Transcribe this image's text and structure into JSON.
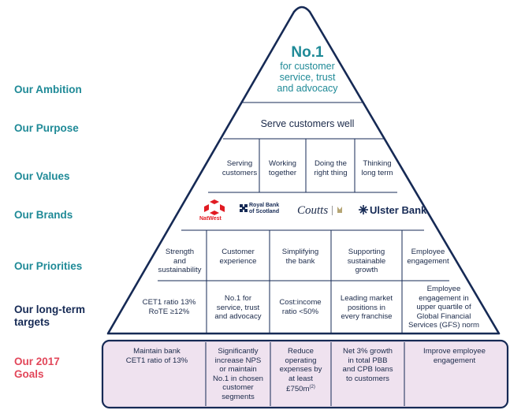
{
  "labels": {
    "ambition": "Our Ambition",
    "purpose": "Our Purpose",
    "values": "Our  Values",
    "brands": "Our Brands",
    "priorities": "Our Priorities",
    "long_term_1": "Our long-term",
    "long_term_2": "targets",
    "goals_1": "Our 2017",
    "goals_2": "Goals"
  },
  "ambition": {
    "big": "No.1",
    "line1": "for customer",
    "line2": "service, trust",
    "line3": "and advocacy"
  },
  "purpose": "Serve customers well",
  "values": [
    [
      "Serving",
      "customers"
    ],
    [
      "Working",
      "together"
    ],
    [
      "Doing the",
      "right thing"
    ],
    [
      "Thinking",
      "long term"
    ]
  ],
  "brands": {
    "natwest": "NatWest",
    "rbs_1": "Royal Bank",
    "rbs_2": "of Scotland",
    "coutts": "Coutts",
    "ulster": "Ulster Bank"
  },
  "priorities": [
    [
      "Strength",
      "and",
      "sustainability"
    ],
    [
      "Customer",
      "experience"
    ],
    [
      "Simplifying",
      "the bank"
    ],
    [
      "Supporting",
      "sustainable",
      "growth"
    ],
    [
      "Employee",
      "engagement"
    ]
  ],
  "targets": [
    [
      "CET1 ratio 13%",
      "RoTE ≥12%"
    ],
    [
      "No.1 for",
      "service, trust",
      "and advocacy"
    ],
    [
      "Cost:income",
      "ratio <50%"
    ],
    [
      "Leading market",
      "positions in",
      "every franchise"
    ],
    [
      "Employee",
      "engagement in",
      "upper quartile of",
      "Global Financial",
      "Services (GFS) norm"
    ]
  ],
  "goals": [
    [
      "Maintain bank",
      "CET1 ratio of 13%"
    ],
    [
      "Significantly",
      "increase NPS",
      "or maintain",
      "No.1 in chosen",
      "customer",
      "segments"
    ],
    [
      "Reduce",
      "operating",
      "expenses by",
      "at least",
      "£750m"
    ],
    [
      "Net 3% growth",
      "in total PBB",
      "and CPB loans",
      "to customers"
    ],
    [
      "Improve employee",
      "engagement"
    ]
  ],
  "goal_footnote": "(2)",
  "colors": {
    "teal": "#1f8a97",
    "navy": "#162a55",
    "pink": "#e2475a",
    "goals_bg": "#efe2ef",
    "natwest_red": "#e11b22"
  }
}
